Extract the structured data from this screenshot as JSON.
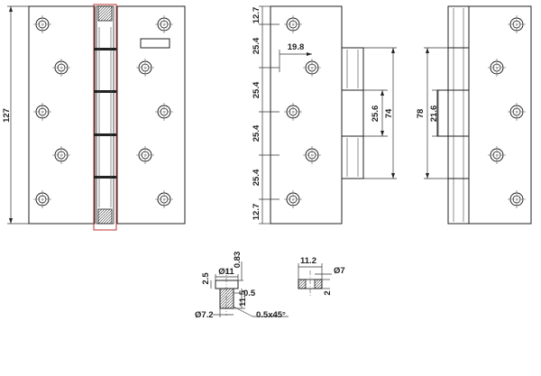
{
  "diagram": {
    "front_view": {
      "height_label": "127"
    },
    "side_view": {
      "pitch_labels": [
        "12.7",
        "25.4",
        "25.4",
        "25.4",
        "25.4",
        "12.7"
      ],
      "hole_offset_label": "19.8",
      "knuckle_label": "25.6",
      "barrel_label": "74"
    },
    "rear_view": {
      "overall_label": "78",
      "inner_knuckle_label": "21.6"
    },
    "pin_detail": {
      "diameter_label": "Ø11",
      "head_label": "2.5",
      "cap_label": "0.83",
      "length_label": "11.5",
      "step_label": "0.5",
      "shaft_label": "Ø7.2",
      "chamfer_label": "0.5x45°"
    },
    "washer_detail": {
      "width_label": "11.2",
      "bore_label": "Ø7",
      "thickness_label": "2"
    }
  }
}
